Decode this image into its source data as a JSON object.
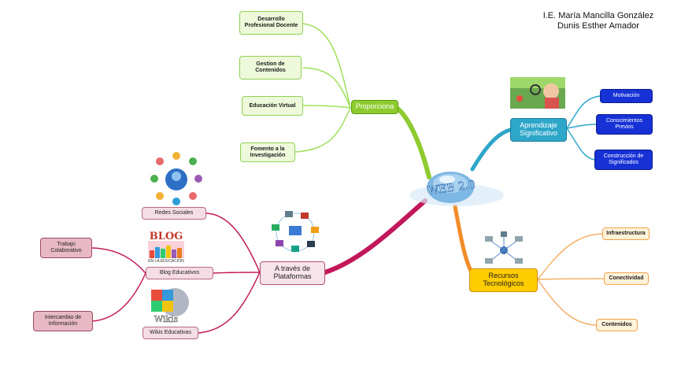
{
  "authors": {
    "line1": "I.E. María Mancilla González",
    "line2": "Dunis Esther Amador"
  },
  "center": {
    "label": "WEB 2.0"
  },
  "branches": {
    "proporciona": {
      "label": "Proporciona",
      "color": "#8ecb2f",
      "children": [
        "Desarrollo\nProfesional Docente",
        "Gestion de\nContenidos",
        "Educación Virtual",
        "Fomento a la\nInvestigación"
      ]
    },
    "aprendizaje": {
      "label": "Aprendizaje\nSignificativo",
      "color": "#2ea6c9",
      "children": [
        "Motivación",
        "Conocimientos\nPrevios",
        "Construcción de\nSignificados"
      ]
    },
    "recursos": {
      "label": "Recursos\nTecnológicos",
      "color": "#f28c28",
      "children": [
        "Infraestructura",
        "Conectividad",
        "Contenidos"
      ]
    },
    "plataformas": {
      "label": "A través de\nPlataformas",
      "color": "#c2185b",
      "children": [
        "Redes Sociales",
        "Blog Educativos",
        "Wikis Educativas"
      ],
      "blog_children": [
        "Trabajo\nColaborativo",
        "Intercambio de\nInformación"
      ]
    }
  },
  "images": {
    "blog_logo": "BLOG",
    "blog_sub": "EN LA EDUCACIÓN",
    "wikis": "Wikis"
  }
}
